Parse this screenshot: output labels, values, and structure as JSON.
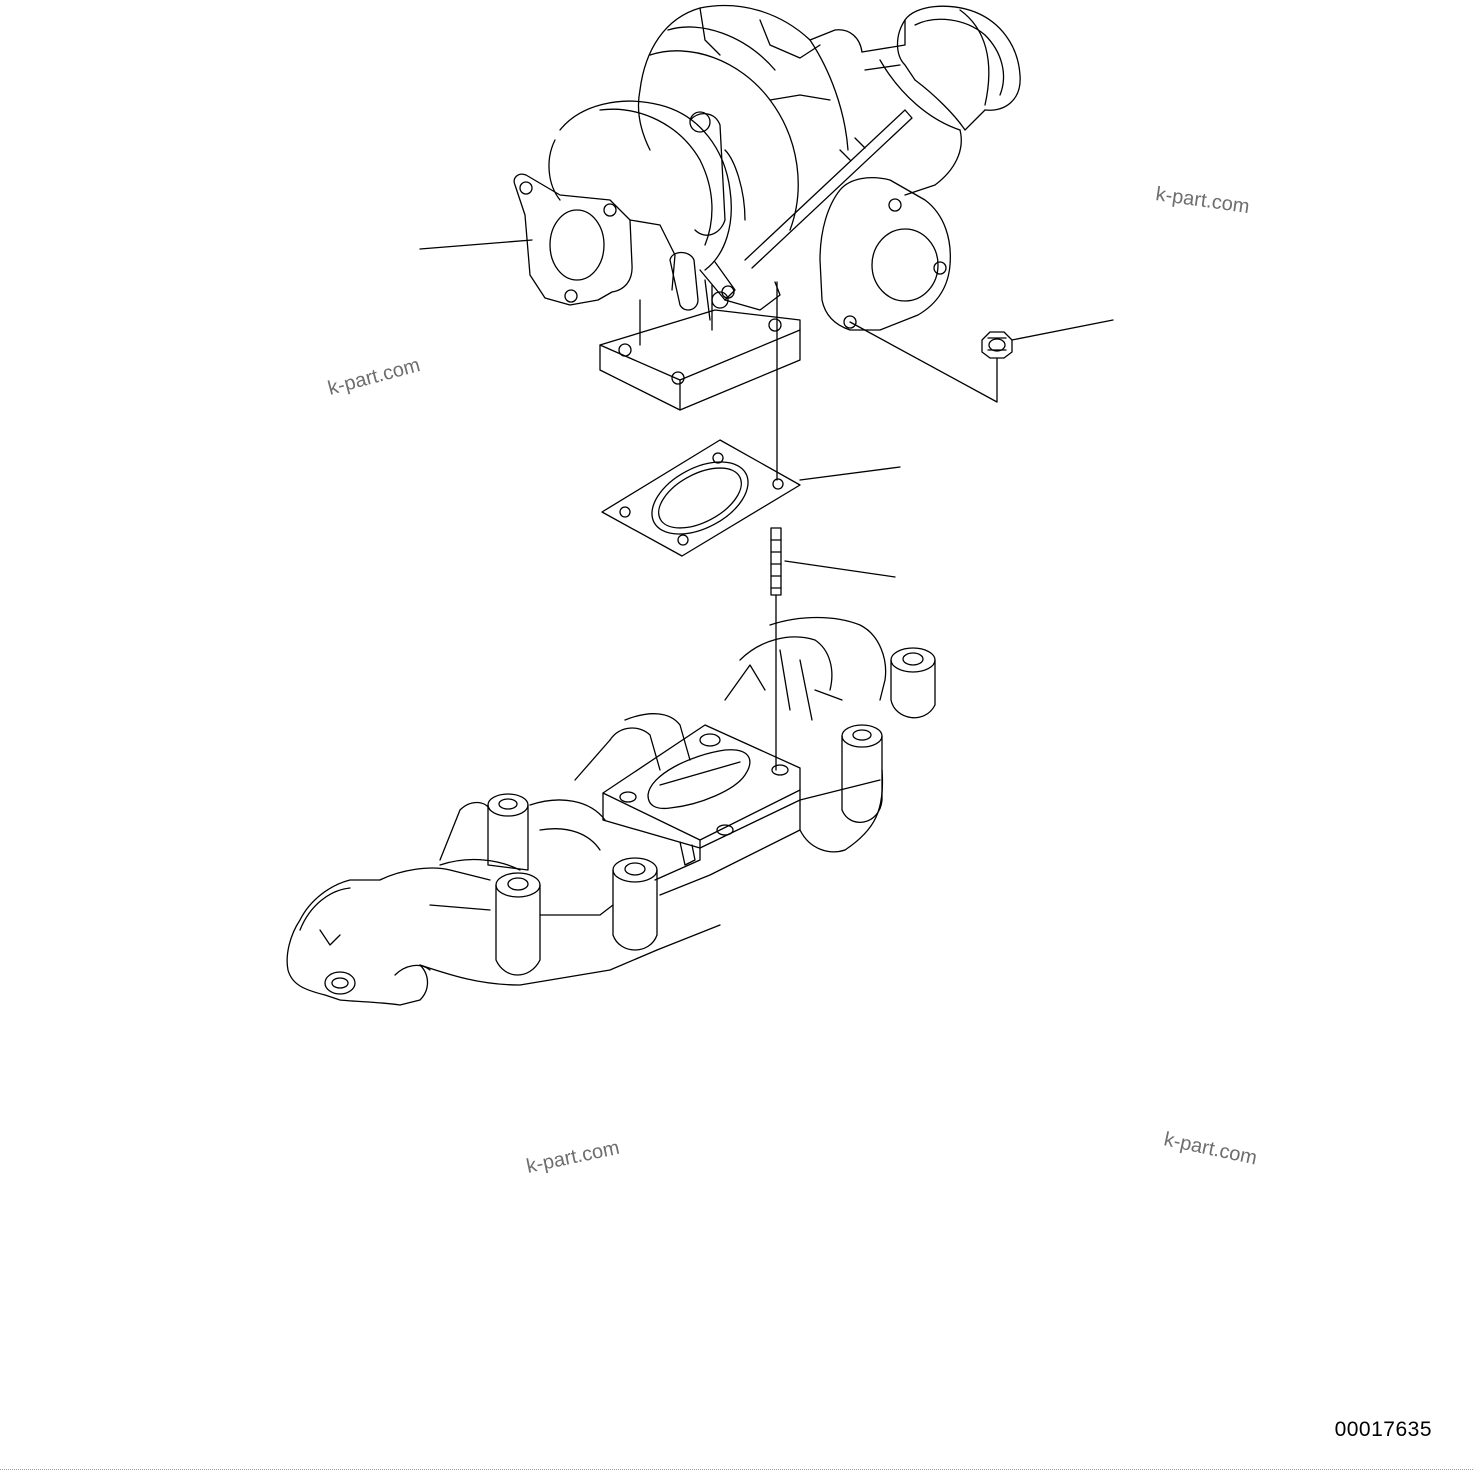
{
  "watermarks": [
    "k-part.com",
    "k-part.com",
    "k-part.com",
    "k-part.com"
  ],
  "document_number": "00017635",
  "parts": [
    {
      "name": "turbocharger"
    },
    {
      "name": "nut"
    },
    {
      "name": "gasket"
    },
    {
      "name": "stud"
    },
    {
      "name": "exhaust-manifold"
    }
  ]
}
